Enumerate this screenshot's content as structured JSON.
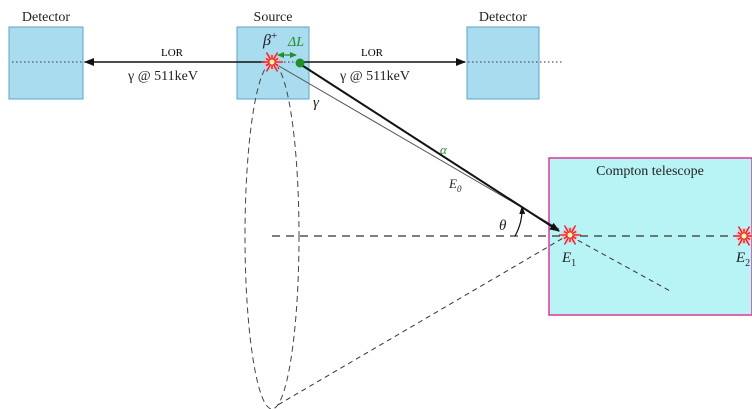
{
  "colors": {
    "detector_fill": "#a9dcef",
    "detector_stroke": "#5aa5c8",
    "telescope_fill": "#b8f3f5",
    "telescope_stroke": "#e0379a",
    "line": "#111111",
    "green": "#1f8f2a",
    "burst": "#e8202a"
  },
  "labels": {
    "detector_left": "Detector",
    "source": "Source",
    "detector_right": "Detector",
    "lor_left": "LOR",
    "lor_right": "LOR",
    "gamma_left": "γ @ 511keV",
    "gamma_right": "γ @ 511keV",
    "beta_base": "β",
    "beta_sup": "+",
    "delta_L": "ΔL",
    "gamma": "γ",
    "alpha": "α",
    "e0_base": "E",
    "e0_sub": "0",
    "theta": "θ",
    "compton_telescope": "Compton telescope",
    "e1_base": "E",
    "e1_sub": "1",
    "e2_base": "E",
    "e2_sub": "2"
  }
}
